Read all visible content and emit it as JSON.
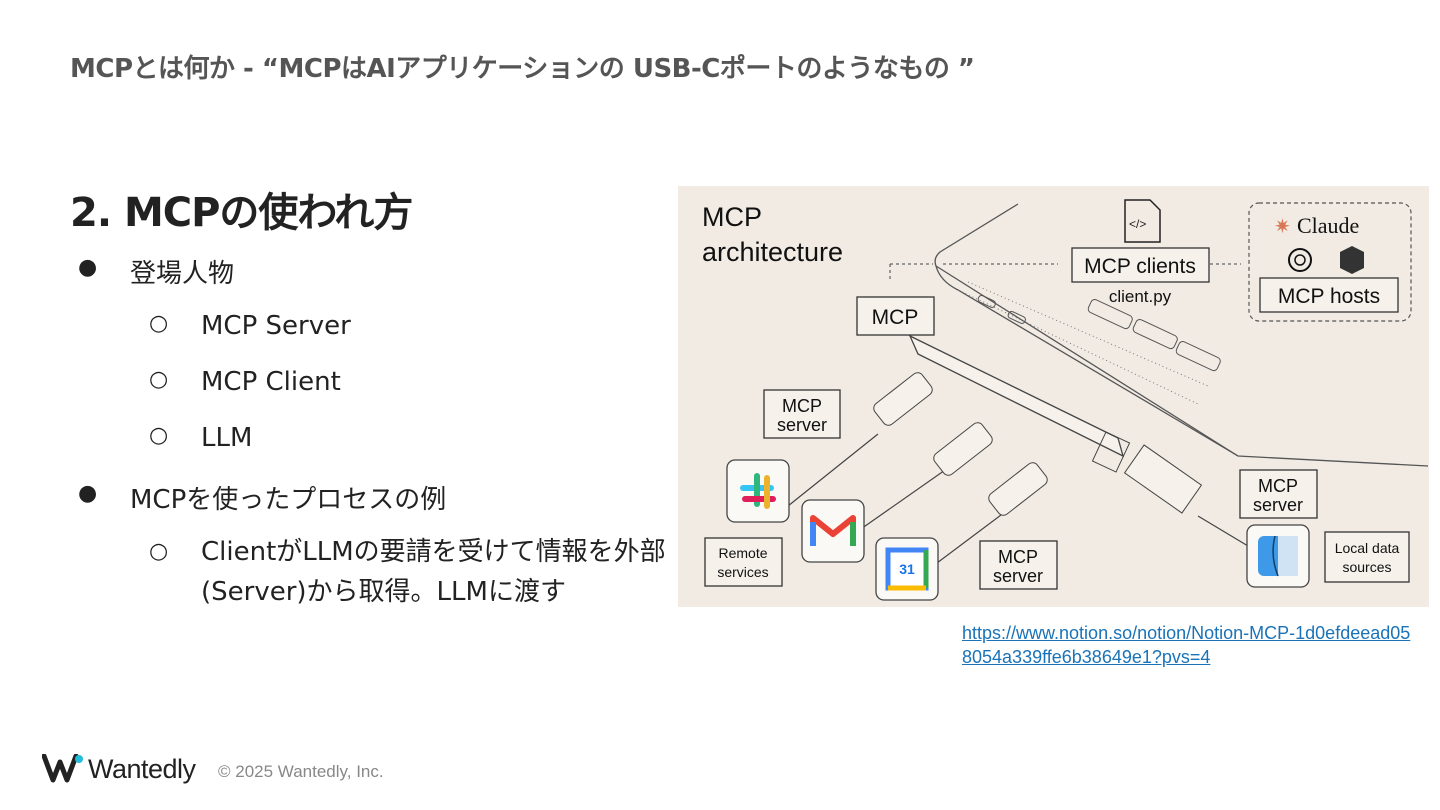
{
  "header": {
    "title": "MCPとは何か - “MCPはAIアプリケーションの USB-Cポートのようなもの ”"
  },
  "section": {
    "heading": "2. MCPの使われ方"
  },
  "bullets": [
    {
      "text": "登場人物",
      "children": [
        "MCP Server",
        "MCP Client",
        "LLM"
      ]
    },
    {
      "text": "MCPを使ったプロセスの例",
      "children": [
        "ClientがLLMの要請を受けて情報を外部(Server)から取得。LLMに渡す"
      ]
    }
  ],
  "bullet_symbols": {
    "level1": "●",
    "level2": "○"
  },
  "diagram": {
    "title_line1": "MCP",
    "title_line2": "architecture",
    "labels": {
      "mcp": "MCP",
      "mcp_clients": "MCP clients",
      "client_file": "client.py",
      "claude": "Claude",
      "mcp_hosts": "MCP hosts",
      "mcp_server_top_line1": "MCP",
      "mcp_server_top_line2": "server",
      "mcp_server_bottom_line1": "MCP",
      "mcp_server_bottom_line2": "server",
      "mcp_server_right_line1": "MCP",
      "mcp_server_right_line2": "server",
      "remote_line1": "Remote",
      "remote_line2": "services",
      "local_line1": "Local data",
      "local_line2": "sources",
      "calendar_day": "31"
    },
    "colors": {
      "background": "#f1ebe4",
      "claude_accent": "#d97757"
    }
  },
  "source_link": "https://www.notion.so/notion/Notion-MCP-1d0efdeead058054a339ffe6b38649e1?pvs=4",
  "footer": {
    "brand": "Wantedly",
    "copyright": "© 2025 Wantedly, Inc.",
    "brand_color": "#21bddb"
  }
}
